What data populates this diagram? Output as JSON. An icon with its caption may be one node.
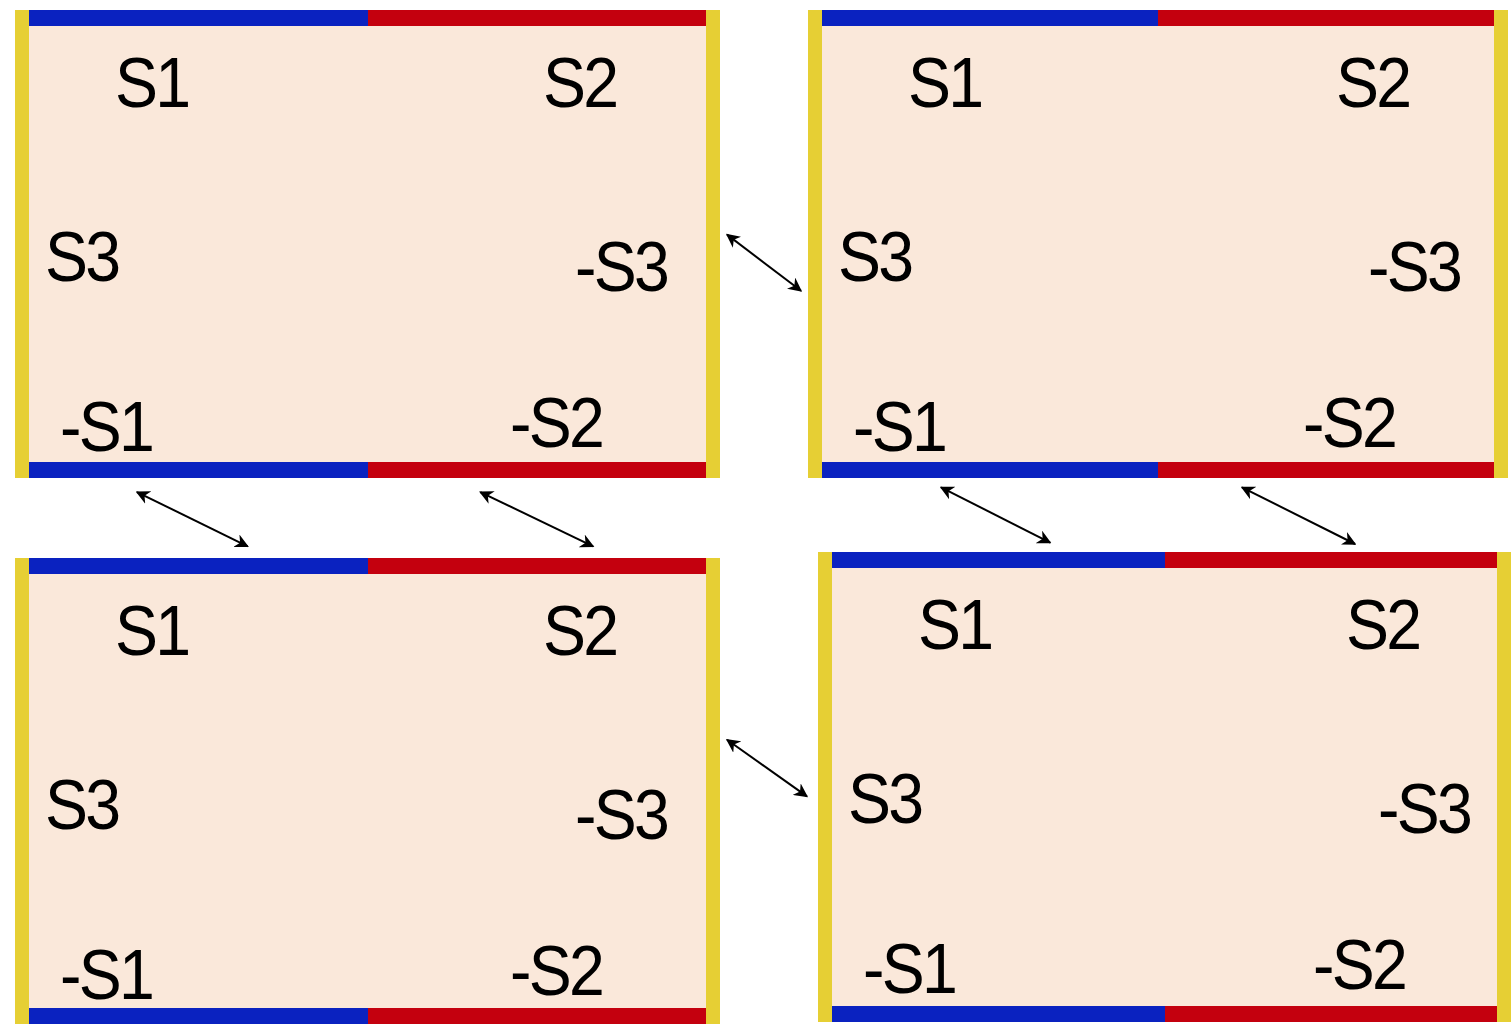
{
  "diagram": {
    "nodes": [
      {
        "text": [
          "S1",
          "S2",
          "S3",
          "-S3",
          "-S1",
          "-S2"
        ]
      },
      {
        "text": [
          "S1",
          "S2",
          "S3",
          "-S3",
          "-S1",
          "-S2"
        ]
      },
      {
        "text": [
          "S1",
          "S2",
          "S3",
          "-S3",
          "-S1",
          "-S2"
        ]
      },
      {
        "text": [
          "S1",
          "S2",
          "S3",
          "-S3",
          "-S1",
          "-S2"
        ]
      }
    ],
    "edges": [
      {
        "from": 0,
        "to": 1,
        "arrow": "both"
      },
      {
        "from": 0,
        "to": 2,
        "arrow": "both"
      },
      {
        "from": 0,
        "to": 2,
        "arrow": "both"
      },
      {
        "from": 1,
        "to": 3,
        "arrow": "both"
      },
      {
        "from": 1,
        "to": 3,
        "arrow": "both"
      },
      {
        "from": 2,
        "to": 3,
        "arrow": "both"
      }
    ]
  }
}
